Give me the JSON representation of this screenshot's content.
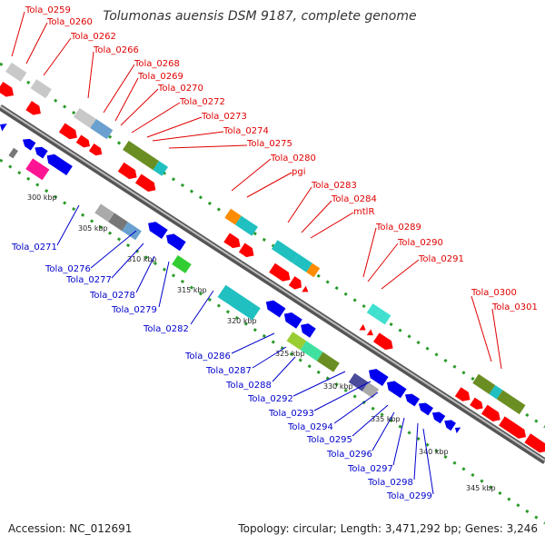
{
  "title": "Tolumonas auensis DSM 9187, complete genome",
  "footer": {
    "accession": "Accession: NC_012691",
    "topology": "Topology: circular; Length: 3,471,292 bp; Genes: 3,246"
  },
  "colors": {
    "forward": "#ff0000",
    "reverse": "#0000ee",
    "backbone": "#888888",
    "dots": "#2a9a2a"
  },
  "ticks": [
    "300 kbp",
    "305 kbp",
    "310 kbp",
    "315 kbp",
    "320 kbp",
    "325 kbp",
    "330 kbp",
    "335 kbp",
    "340 kbp",
    "345 kbp"
  ],
  "labels_forward": [
    "Tola_0259",
    "Tola_0260",
    "Tola_0262",
    "Tola_0266",
    "Tola_0268",
    "Tola_0269",
    "Tola_0270",
    "Tola_0272",
    "Tola_0273",
    "Tola_0274",
    "Tola_0275",
    "Tola_0280",
    "pgi",
    "Tola_0283",
    "Tola_0284",
    "mtlR",
    "Tola_0289",
    "Tola_0290",
    "Tola_0291",
    "Tola_0300",
    "Tola_0301"
  ],
  "labels_reverse": [
    "Tola_0271",
    "Tola_0276",
    "Tola_0277",
    "Tola_0278",
    "Tola_0279",
    "Tola_0282",
    "Tola_0286",
    "Tola_0287",
    "Tola_0288",
    "Tola_0292",
    "Tola_0293",
    "Tola_0294",
    "Tola_0295",
    "Tola_0296",
    "Tola_0297",
    "Tola_0298",
    "Tola_0299"
  ]
}
